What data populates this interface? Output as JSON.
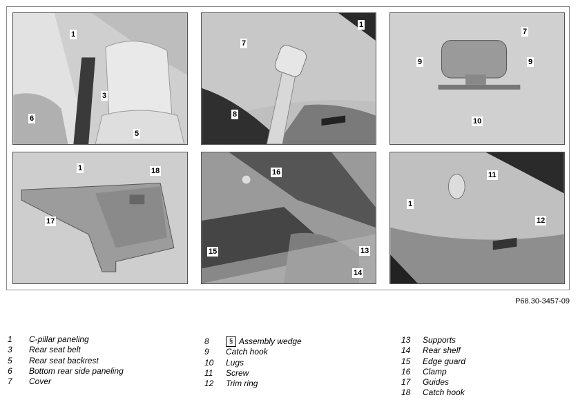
{
  "panels": [
    {
      "callouts": [
        "1",
        "3",
        "6",
        "5"
      ]
    },
    {
      "callouts": [
        "1",
        "7",
        "8"
      ]
    },
    {
      "callouts": [
        "7",
        "9",
        "9",
        "10"
      ]
    },
    {
      "callouts": [
        "1",
        "18",
        "17"
      ]
    },
    {
      "callouts": [
        "16",
        "15",
        "13",
        "14"
      ]
    },
    {
      "callouts": [
        "11",
        "1",
        "12"
      ]
    }
  ],
  "figure_ref": "P68.30-3457-09",
  "legend": {
    "col1": [
      {
        "num": "1",
        "text": "C-pillar paneling"
      },
      {
        "num": "3",
        "text": "Rear seat belt"
      },
      {
        "num": "5",
        "text": "Rear seat backrest"
      },
      {
        "num": "6",
        "text": "Bottom rear side paneling"
      },
      {
        "num": "7",
        "text": "Cover"
      }
    ],
    "col2": [
      {
        "num": "8",
        "text": "Assembly wedge",
        "icon": "tool-icon"
      },
      {
        "num": "9",
        "text": "Catch hook"
      },
      {
        "num": "10",
        "text": "Lugs"
      },
      {
        "num": "11",
        "text": "Screw"
      },
      {
        "num": "12",
        "text": "Trim ring"
      }
    ],
    "col3": [
      {
        "num": "13",
        "text": "Supports"
      },
      {
        "num": "14",
        "text": "Rear shelf"
      },
      {
        "num": "15",
        "text": "Edge guard"
      },
      {
        "num": "16",
        "text": "Clamp"
      },
      {
        "num": "17",
        "text": "Guides"
      },
      {
        "num": "18",
        "text": "Catch hook"
      }
    ]
  },
  "tool_icon_glyph": "§"
}
